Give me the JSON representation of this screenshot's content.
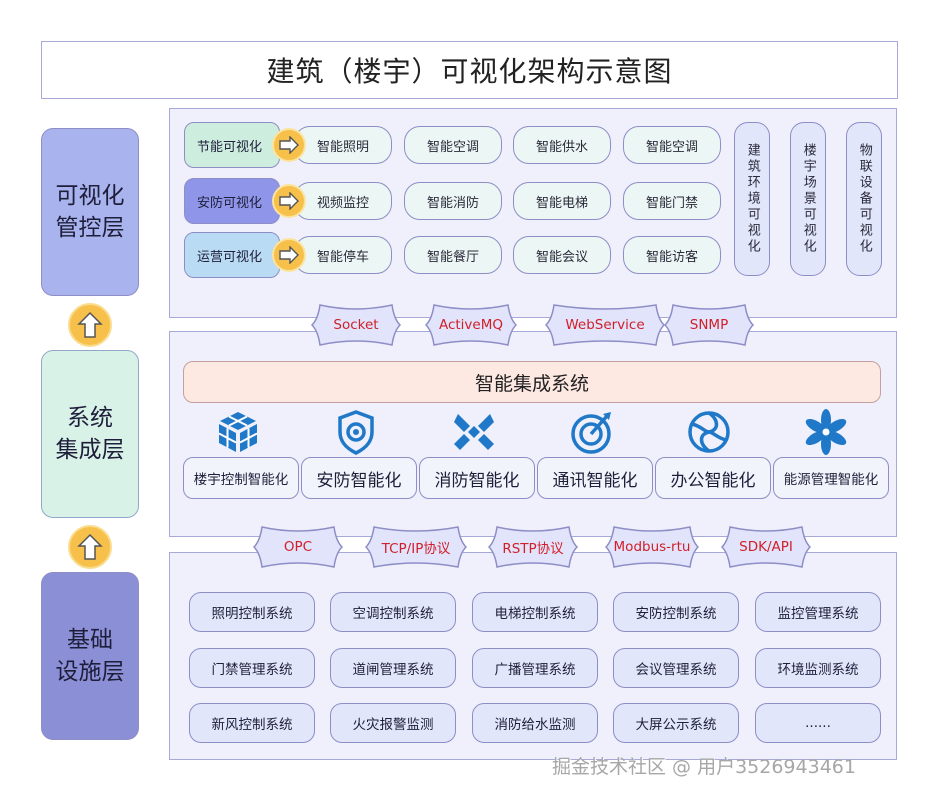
{
  "title": "建筑（楼宇）可视化架构示意图",
  "layers": {
    "viz": "可视化\n管控层",
    "integration": "系统\n集成层",
    "base": "基础\n设施层"
  },
  "viz_panel": {
    "rows": [
      {
        "category": "节能可视化",
        "color": "#cdeede",
        "items": [
          "智能照明",
          "智能空调",
          "智能供水",
          "智能空调"
        ]
      },
      {
        "category": "安防可视化",
        "color": "#8f95e8",
        "items": [
          "视频监控",
          "智能消防",
          "智能电梯",
          "智能门禁"
        ]
      },
      {
        "category": "运营可视化",
        "color": "#b9dbf4",
        "items": [
          "智能停车",
          "智能餐厅",
          "智能会议",
          "智能访客"
        ]
      }
    ],
    "columns": [
      "建筑环境可视化",
      "楼宇场景可视化",
      "物联设备可视化"
    ]
  },
  "top_protocols": [
    "Socket",
    "ActiveMQ",
    "WebService",
    "SNMP"
  ],
  "integration": {
    "bar": "智能集成系统",
    "systems": [
      {
        "label": "楼宇控制智能化",
        "icon": "cube-icon"
      },
      {
        "label": "安防智能化",
        "icon": "shield-icon"
      },
      {
        "label": "消防智能化",
        "icon": "fire-cross-icon"
      },
      {
        "label": "通讯智能化",
        "icon": "target-icon"
      },
      {
        "label": "办公智能化",
        "icon": "swirl-icon"
      },
      {
        "label": "能源管理智能化",
        "icon": "pinwheel-icon"
      }
    ]
  },
  "bottom_protocols": [
    "OPC",
    "TCP/IP协议",
    "RSTP协议",
    "Modbus-rtu",
    "SDK/API"
  ],
  "base_systems": [
    [
      "照明控制系统",
      "空调控制系统",
      "电梯控制系统",
      "安防控制系统",
      "监控管理系统"
    ],
    [
      "门禁管理系统",
      "道闸管理系统",
      "广播管理系统",
      "会议管理系统",
      "环境监测系统"
    ],
    [
      "新风控制系统",
      "火灾报警监测",
      "消防给水监测",
      "大屏公示系统",
      "......"
    ]
  ],
  "watermark": "掘金技术社区 @ 用户3526943461",
  "colors": {
    "icon_blue": "#1f78c8",
    "protocol_red": "#d0202a",
    "arrow_yellow": "#f7c04a"
  }
}
